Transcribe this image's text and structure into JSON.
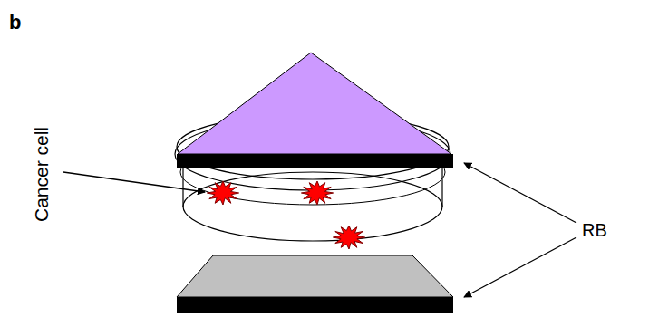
{
  "diagram": {
    "labels": [
      "b",
      "Cancer cell",
      "RB"
    ]
  }
}
